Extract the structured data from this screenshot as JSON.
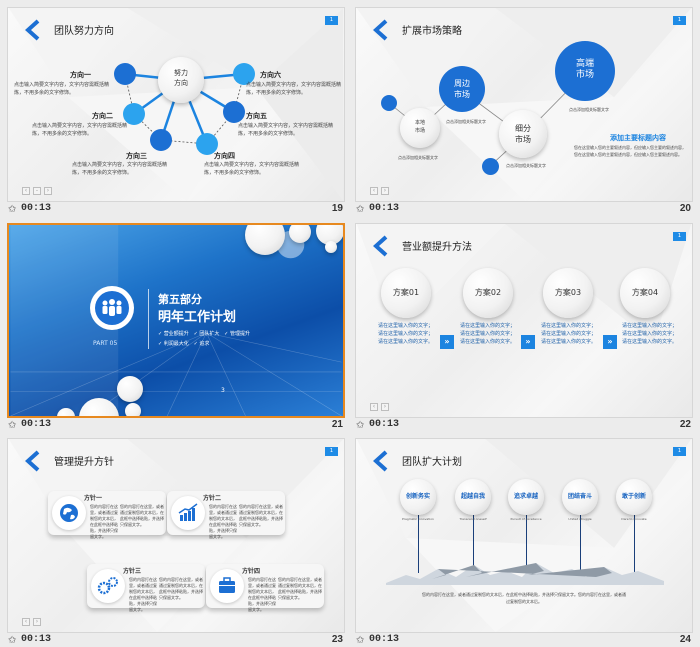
{
  "slides": [
    {
      "num": "19",
      "time": "00:13",
      "title": "团队努力方向",
      "badge": "1",
      "center": "努力\n方向",
      "directions": [
        "方向一",
        "方向二",
        "方向三",
        "方向四",
        "方向五",
        "方向六"
      ],
      "desc": "点击输入简要文字内容，文字内容需概括精炼，不用多余的文字修饰。"
    },
    {
      "num": "20",
      "time": "00:13",
      "title": "扩展市场策略",
      "badge": "1",
      "circles": [
        "周边\n市场",
        "高端\n市场",
        "细分\n市场",
        "本地\n市场"
      ],
      "small_text": "点击添加相关标题文字",
      "heading": "添加主要标题内容",
      "para": "您在这里输入您的主要叙述内容，但应输入您主要的叙述内容，您在这里输入您的主要叙述内容，但应输入您主要叙述内容。"
    },
    {
      "num": "21",
      "time": "00:13",
      "part": "第五部分",
      "headline": "明年工作计划",
      "part_en": "PART 05",
      "bullets": [
        "营业额提升",
        "团队扩大",
        "管理提升",
        "利润最大化",
        "追求"
      ]
    },
    {
      "num": "22",
      "time": "00:13",
      "title": "营业额提升方法",
      "badge": "1",
      "plans": [
        "方案01",
        "方案02",
        "方案03",
        "方案04"
      ],
      "plan_text": "请在这里输入你的文字；请在这里输入你的文字；请在这里输入你的文字。"
    },
    {
      "num": "23",
      "time": "00:13",
      "title": "管理提升方针",
      "badge": "1",
      "cards": [
        {
          "title": "方针一",
          "text": "您的内容打在这里，或者通过复制您的文本后，在此框中选择粘贴，并选择只保留文字。"
        },
        {
          "title": "方针二",
          "text": "您的内容打在这里，或者通过复制您的文本后，在此框中选择粘贴，并选择只保留文字。"
        },
        {
          "title": "方针三",
          "text": "您的内容打在这里，或者通过复制您的文本后，在此框中选择粘贴，并选择只保留文字。"
        },
        {
          "title": "方针四",
          "text": "您的内容打在这里，或者通过复制您的文本后，在此框中选择粘贴，并选择只保留文字。"
        }
      ]
    },
    {
      "num": "24",
      "time": "00:13",
      "title": "团队扩大计划",
      "badge": "1",
      "goals": [
        {
          "label": "创新务实",
          "sub": "Pragmatic innovation"
        },
        {
          "label": "超越自我",
          "sub": "Transcend oneself"
        },
        {
          "label": "追求卓越",
          "sub": "Pursuit of excellence"
        },
        {
          "label": "团结奋斗",
          "sub": "United struggle"
        },
        {
          "label": "敢于创新",
          "sub": "Dare to innovate"
        }
      ],
      "bottom_text": "您的内容打在这里，或者通过复制您的文本后，在此框中选择粘贴，并选择只保留文字。您的内容打在这里，或者通过复制您的文本后。"
    }
  ],
  "colors": {
    "accent": "#1c6fd3",
    "accent_light": "#2ca3ee",
    "selected_border": "#e7891f"
  },
  "icons": {
    "footer": "animation-star-icon",
    "back": "chevron-left-icon"
  }
}
